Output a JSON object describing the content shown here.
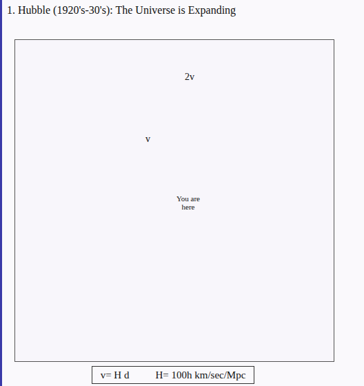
{
  "diagram": {
    "title": "1. Hubble (1920's-30's): The Universe is Expanding",
    "nodes": [
      {
        "text": [
          "2v",
          "v",
          "You are here"
        ]
      },
      {
        "text": [
          "v= H d",
          "H= 100h km/sec/Mpc"
        ]
      }
    ]
  }
}
